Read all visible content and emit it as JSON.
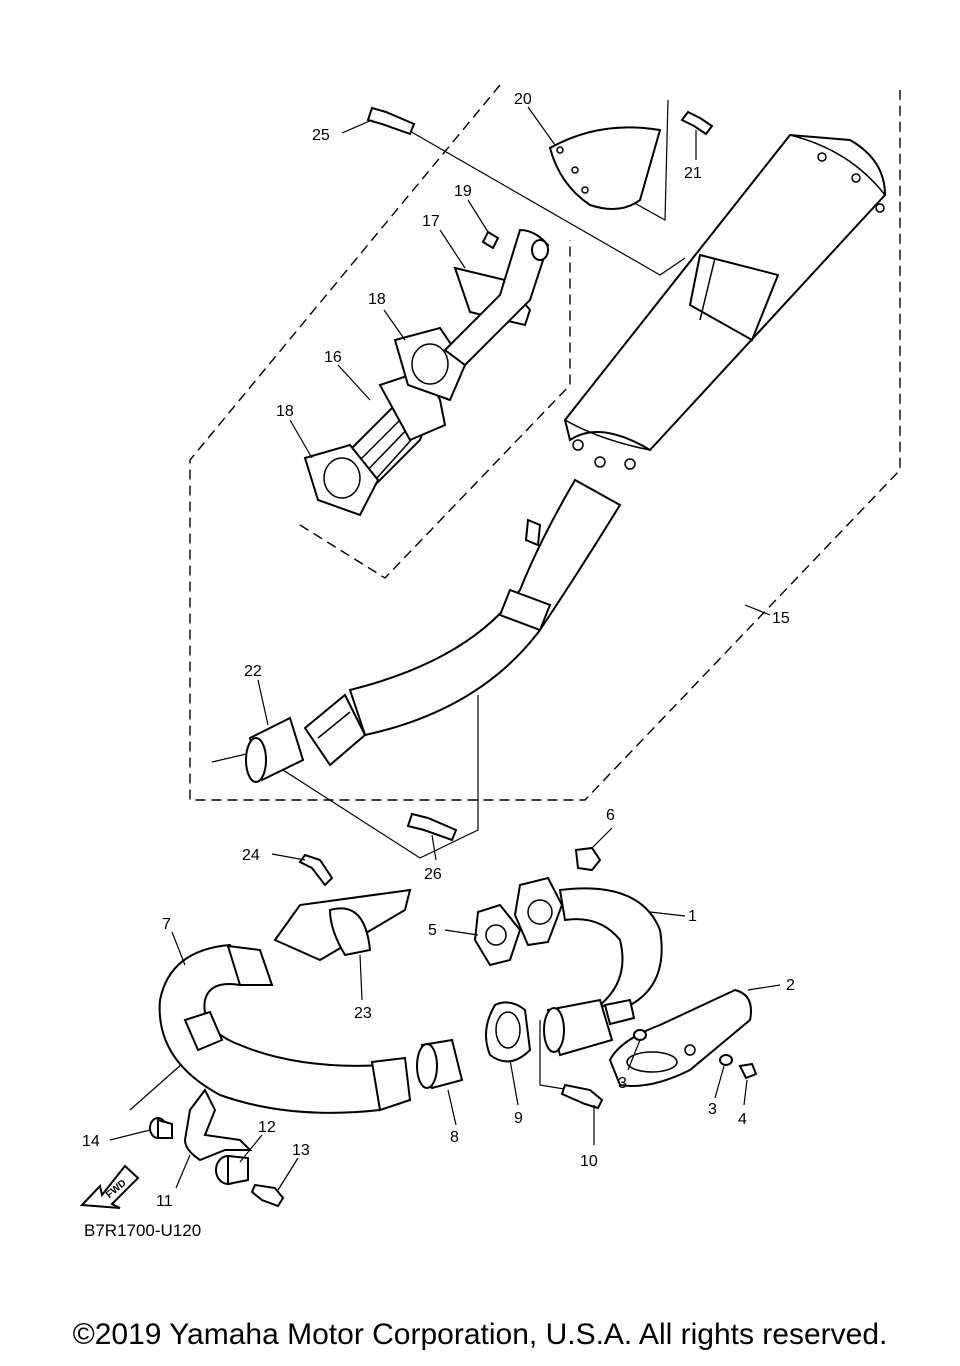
{
  "diagram": {
    "callouts": {
      "c1": "1",
      "c2": "2",
      "c3a": "3",
      "c3b": "3",
      "c4": "4",
      "c5": "5",
      "c6": "6",
      "c7": "7",
      "c8": "8",
      "c9": "9",
      "c10": "10",
      "c11": "11",
      "c12": "12",
      "c13": "13",
      "c14": "14",
      "c15": "15",
      "c16": "16",
      "c17": "17",
      "c18a": "18",
      "c18b": "18",
      "c19": "19",
      "c20": "20",
      "c21": "21",
      "c22": "22",
      "c23": "23",
      "c24": "24",
      "c25": "25",
      "c26": "26"
    },
    "fwd_label": "FWD",
    "diagram_code": "B7R1700-U120"
  },
  "footer": {
    "copyright": "©2019 Yamaha Motor Corporation, U.S.A. All rights reserved."
  }
}
